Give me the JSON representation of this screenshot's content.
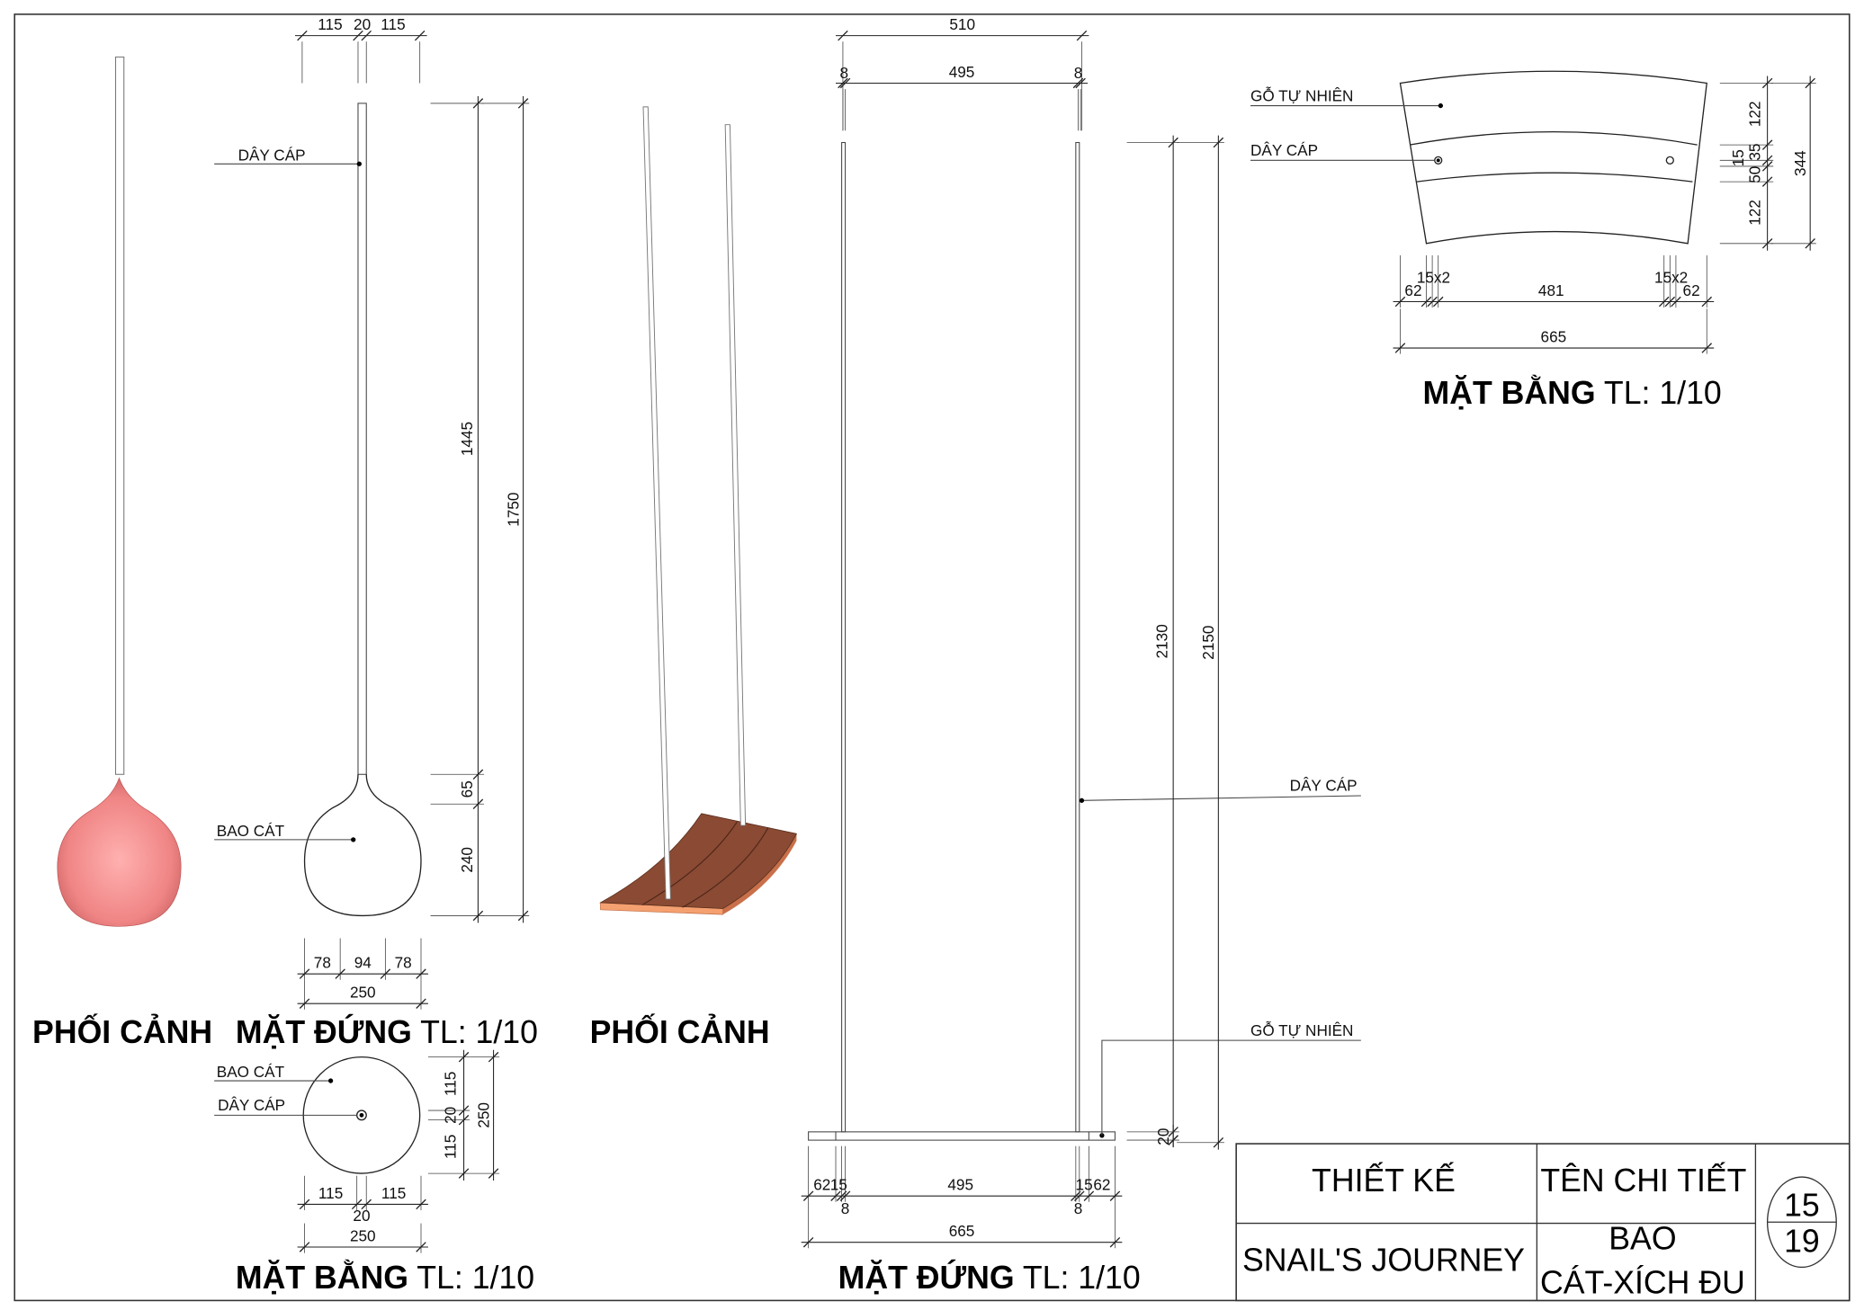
{
  "colors": {
    "sandbag": "#f28a8a",
    "wood_top": "#8a4a33",
    "wood_edge": "#f4a070",
    "line": "#222222"
  },
  "sandbag": {
    "perspective_title": "PHỐI CẢNH",
    "elevation_title_bold": "MẶT ĐỨNG",
    "elevation_title_scale": " TL: 1/10",
    "elevation_labels": {
      "cable": "DÂY CÁP",
      "bag": "BAO CÁT"
    },
    "elevation_dims_top": [
      "115",
      "20",
      "115"
    ],
    "elevation_dims_right_inner": [
      "1445",
      "65",
      "240"
    ],
    "elevation_dims_right_outer": "1750",
    "elevation_dims_bottom": [
      "78",
      "94",
      "78"
    ],
    "elevation_dims_bottom_total": "250",
    "plan_title_bold": "MẶT BẰNG",
    "plan_title_scale": " TL: 1/10",
    "plan_labels": {
      "bag": "BAO CÁT",
      "cable": "DÂY CÁP"
    },
    "plan_dims_right": [
      "115",
      "20",
      "115"
    ],
    "plan_dims_right_total": "250",
    "plan_dims_bottom": [
      "115",
      "20",
      "115"
    ],
    "plan_dims_bottom_total": "250"
  },
  "swing": {
    "perspective_title": "PHỐI CẢNH",
    "elevation_title_bold": "MẶT ĐỨNG",
    "elevation_title_scale": " TL: 1/10",
    "elevation_labels": {
      "cable": "DÂY CÁP",
      "wood": "GỖ TỰ NHIÊN"
    },
    "elevation_dims_top_total": "510",
    "elevation_dims_top_inner": "495",
    "elevation_dims_top_side": [
      "8",
      "8"
    ],
    "elevation_dims_right": [
      "2130",
      "2150",
      "20"
    ],
    "elevation_dims_bottom": [
      "62",
      "15",
      "495",
      "15",
      "62"
    ],
    "elevation_dims_bottom_small": [
      "8",
      "8"
    ],
    "elevation_dims_bottom_total": "665",
    "plan_title_bold": "MẶT BẰNG",
    "plan_title_scale": " TL: 1/10",
    "plan_labels": {
      "wood": "GỖ TỰ NHIÊN",
      "cable": "DÂY CÁP"
    },
    "plan_dims_right": [
      "122",
      "35",
      "15",
      "50",
      "122"
    ],
    "plan_dims_right_total": "344",
    "plan_dims_bottom": [
      "62",
      "15x2",
      "481",
      "15x2",
      "62"
    ],
    "plan_dims_bottom_total": "665"
  },
  "title_block": {
    "design_label": "THIẾT KẾ",
    "project_name": "SNAIL'S JOURNEY",
    "detail_label": "TÊN CHI TIẾT",
    "detail_name_line1": "BAO",
    "detail_name_line2": "CÁT-XÍCH ĐU",
    "sheet_number": "15",
    "sheet_total": "19"
  }
}
